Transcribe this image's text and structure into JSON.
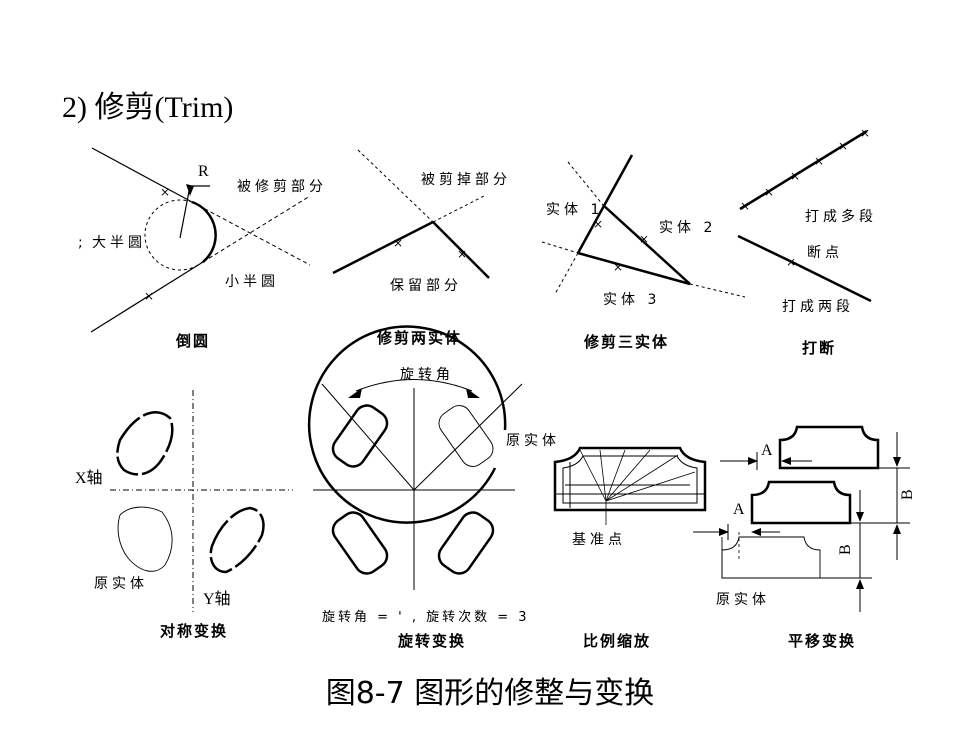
{
  "title": "2) 修剪(Trim)",
  "caption": "图8-7  图形的修整与变换",
  "fillet": {
    "radius_label": "R",
    "trimmed_part": "被修剪部分",
    "large_arc": "大半圆",
    "small_arc": "小半圆",
    "caption": "倒圆"
  },
  "trim_two": {
    "cut_part": "被剪掉部分",
    "kept_part": "保留部分",
    "caption": "修剪两实体"
  },
  "trim_three": {
    "entity1": "实体 1",
    "entity2": "实体 2",
    "entity3": "实体 3",
    "caption": "修剪三实体"
  },
  "break": {
    "multi_segments": "打成多段",
    "break_point": "断点",
    "two_segments": "打成两段",
    "caption": "打断"
  },
  "mirror": {
    "x_axis": "X轴",
    "y_axis": "Y轴",
    "original": "原实体",
    "caption": "对称变换"
  },
  "rotate": {
    "angle": "旋转角",
    "original": "原实体",
    "params": "旋转角 = '   , 旋转次数 = 3",
    "caption": "旋转变换"
  },
  "scale": {
    "base_point": "基准点",
    "caption": "比例缩放"
  },
  "translate": {
    "dim_a1": "A",
    "dim_a2": "A",
    "dim_b1": "B",
    "dim_b2": "B",
    "original": "原实体",
    "caption": "平移变换"
  }
}
